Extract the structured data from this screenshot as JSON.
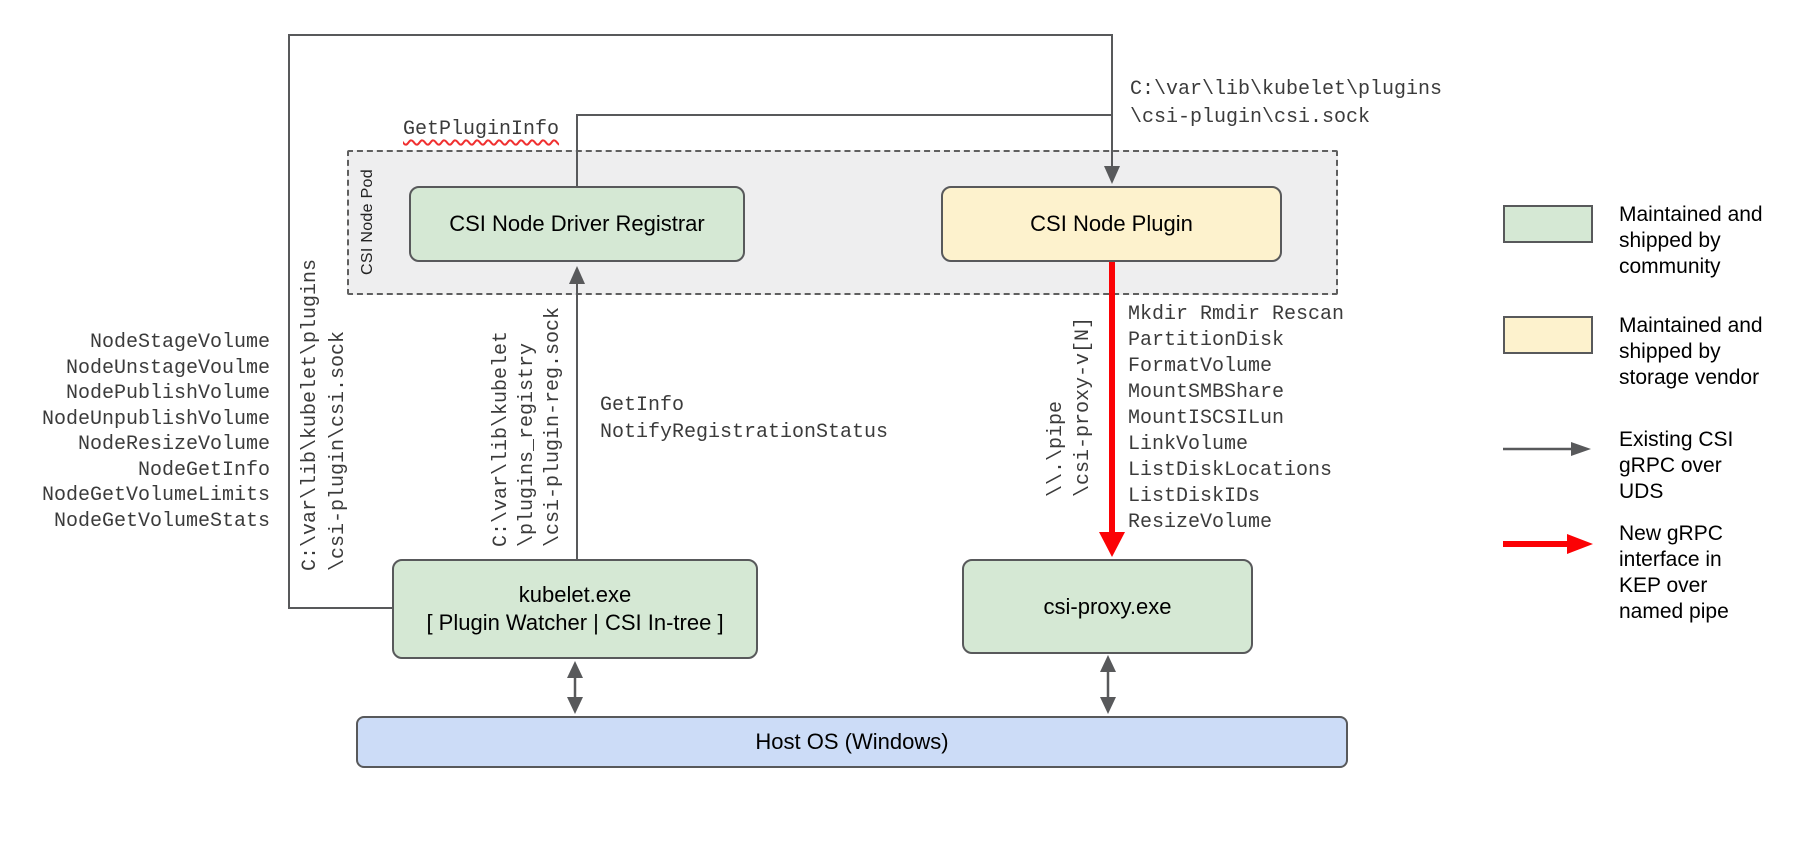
{
  "diagram": {
    "pod_label": "CSI Node Pod",
    "boxes": {
      "registrar": "CSI Node Driver Registrar",
      "node_plugin": "CSI Node Plugin",
      "kubelet": "kubelet.exe\n[ Plugin Watcher | CSI In-tree ]",
      "csi_proxy": "csi-proxy.exe",
      "host_os": "Host OS (Windows)"
    },
    "labels": {
      "get_plugin_info": "GetPluginInfo",
      "csi_sock_path_top": "C:\\var\\lib\\kubelet\\plugins\n\\csi-plugin\\csi.sock",
      "csi_sock_path_left": "C:\\var\\lib\\kubelet\\plugins\n\\csi-plugin\\csi.sock",
      "reg_sock_path": "C:\\var\\lib\\kubelet\n\\plugins_registry\n\\csi-plugin-reg.sock",
      "pipe_path": "\\\\.\\pipe\n\\csi-proxy-v[N]",
      "registration_calls": "GetInfo\nNotifyRegistrationStatus"
    },
    "node_methods": [
      "NodeStageVolume",
      "NodeUnstageVoulme",
      "NodePublishVolume",
      "NodeUnpublishVolume",
      "NodeResizeVolume",
      "NodeGetInfo",
      "NodeGetVolumeLimits",
      "NodeGetVolumeStats"
    ],
    "proxy_methods": [
      "Mkdir Rmdir Rescan",
      "PartitionDisk",
      "FormatVolume",
      "MountSMBShare",
      "MountISCSILun",
      "LinkVolume",
      "ListDiskLocations",
      "ListDiskIDs",
      "ResizeVolume"
    ]
  },
  "legend": {
    "items": [
      {
        "swatch": "green-box",
        "label": "Maintained and\nshipped by\ncommunity"
      },
      {
        "swatch": "yellow-box",
        "label": "Maintained and\nshipped by\nstorage vendor"
      },
      {
        "swatch": "gray-arrow",
        "label": "Existing CSI\ngRPC over\nUDS"
      },
      {
        "swatch": "red-arrow",
        "label": "New gRPC\ninterface in\nKEP over\nnamed pipe"
      }
    ]
  },
  "colors": {
    "community_green": "#d5e8d4",
    "vendor_yellow": "#fdf2cd",
    "host_blue": "#ccdcf7",
    "pod_gray": "#eeeeef",
    "line_gray": "#58595b",
    "new_interface_red": "#fb0205"
  }
}
